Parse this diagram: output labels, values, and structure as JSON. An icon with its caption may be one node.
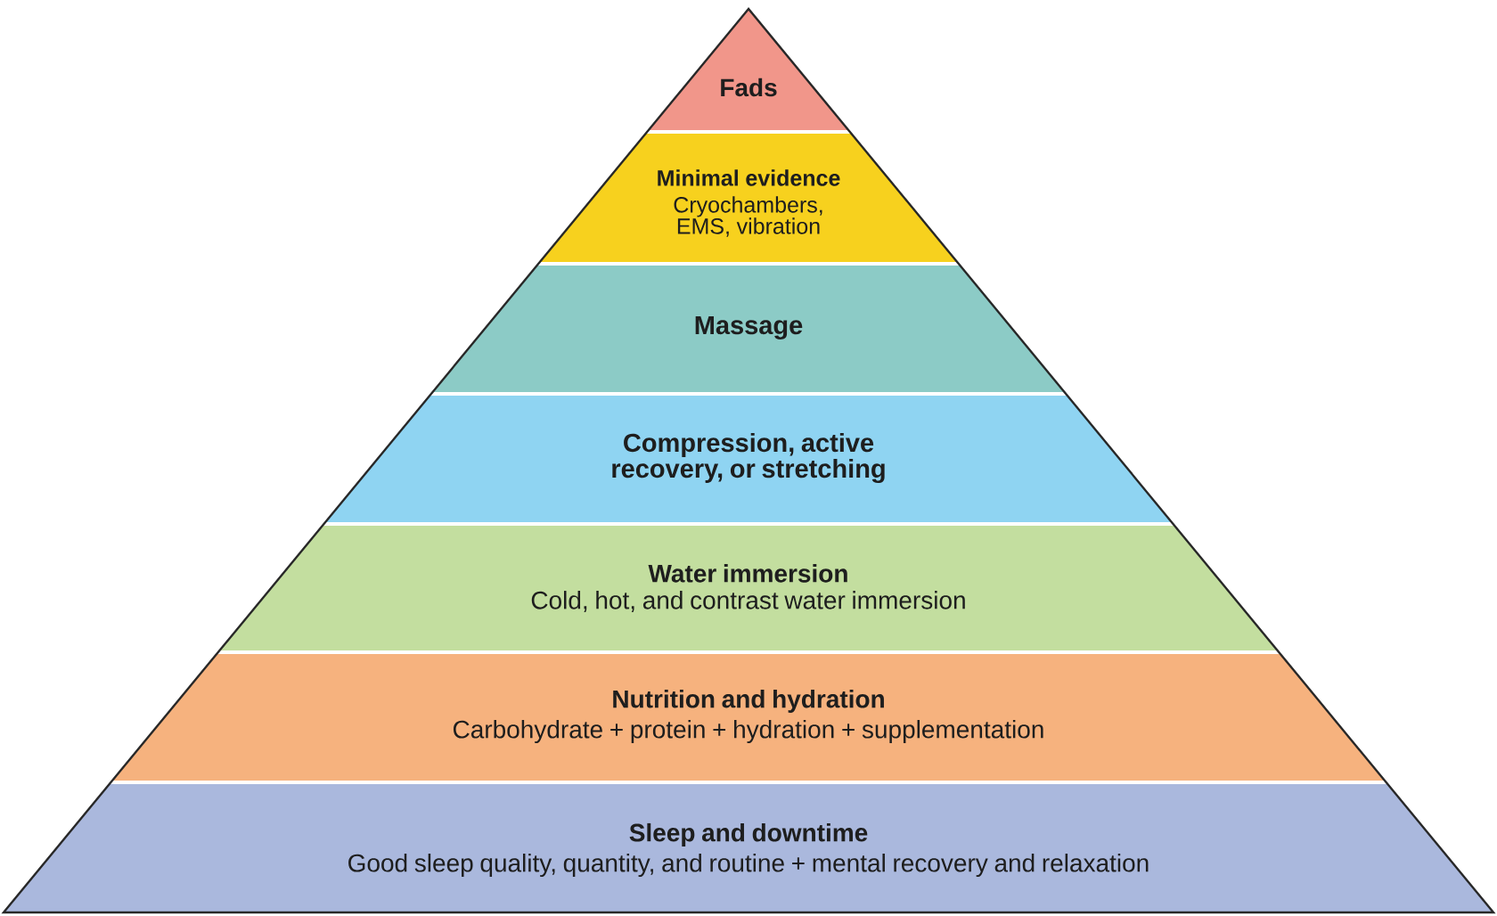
{
  "diagram": {
    "nodes": [
      {
        "text": [
          "Fads"
        ]
      },
      {
        "text": [
          "Minimal evidence",
          "Cryochambers, EMS, vibration"
        ]
      },
      {
        "text": [
          "Massage"
        ]
      },
      {
        "text": [
          "Compression, active recovery, or stretching"
        ]
      },
      {
        "text": [
          "Water immersion",
          "Cold, hot, and contrast water immersion"
        ]
      },
      {
        "text": [
          "Nutrition and hydration",
          "Carbohydrate + protein + hydration + supplementation"
        ]
      },
      {
        "text": [
          "Sleep and downtime",
          "Good sleep quality, quantity, and routine + mental recovery and relaxation"
        ]
      }
    ]
  }
}
